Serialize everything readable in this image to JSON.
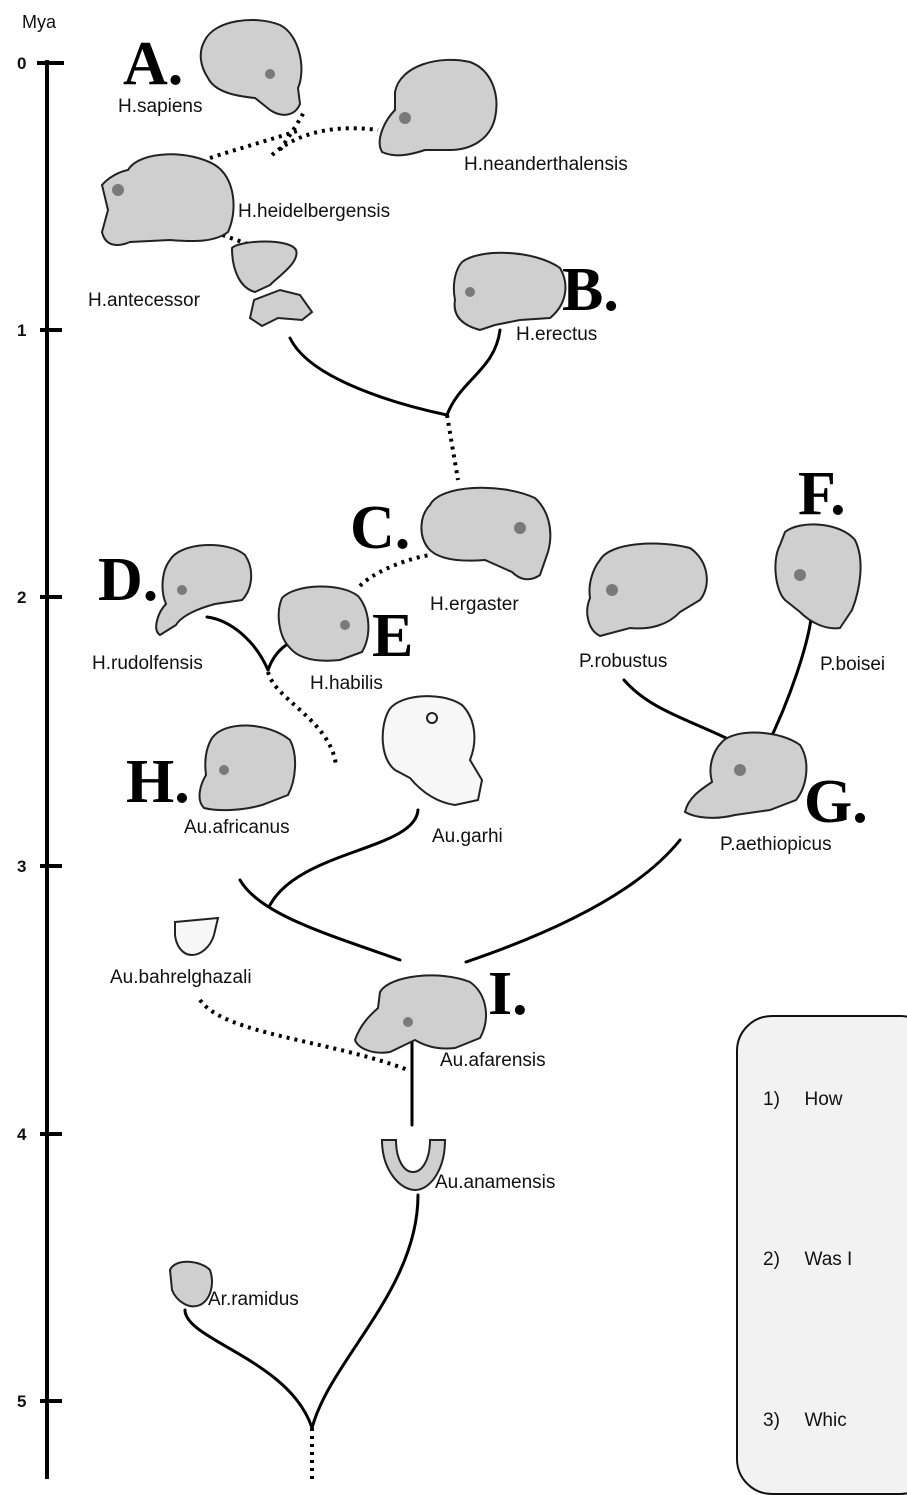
{
  "axis": {
    "unit": "Mya",
    "ticks": [
      "0",
      "1",
      "2",
      "3",
      "4",
      "5"
    ]
  },
  "species": [
    {
      "id": "h-sapiens",
      "name": "H.sapiens"
    },
    {
      "id": "h-neanderthalensis",
      "name": "H.neanderthalensis"
    },
    {
      "id": "h-heidelbergensis",
      "name": "H.heidelbergensis"
    },
    {
      "id": "h-antecessor",
      "name": "H.antecessor"
    },
    {
      "id": "h-erectus",
      "name": "H.erectus"
    },
    {
      "id": "h-ergaster",
      "name": "H.ergaster"
    },
    {
      "id": "h-rudolfensis",
      "name": "H.rudolfensis"
    },
    {
      "id": "h-habilis",
      "name": "H.habilis"
    },
    {
      "id": "p-robustus",
      "name": "P.robustus"
    },
    {
      "id": "p-boisei",
      "name": "P.boisei"
    },
    {
      "id": "au-africanus",
      "name": "Au.africanus"
    },
    {
      "id": "au-garhi",
      "name": "Au.garhi"
    },
    {
      "id": "p-aethiopicus",
      "name": "P.aethiopicus"
    },
    {
      "id": "au-bahrelghazali",
      "name": "Au.bahrelghazali"
    },
    {
      "id": "au-afarensis",
      "name": "Au.afarensis"
    },
    {
      "id": "au-anamensis",
      "name": "Au.anamensis"
    },
    {
      "id": "ar-ramidus",
      "name": "Ar.ramidus"
    }
  ],
  "letters": [
    "A.",
    "B.",
    "C.",
    "D.",
    "E",
    "F.",
    "G.",
    "H.",
    "I."
  ],
  "questions": [
    {
      "number": "1)",
      "text": "How"
    },
    {
      "number": "2)",
      "text": "Was I"
    },
    {
      "number": "3)",
      "text": "Whic"
    }
  ]
}
